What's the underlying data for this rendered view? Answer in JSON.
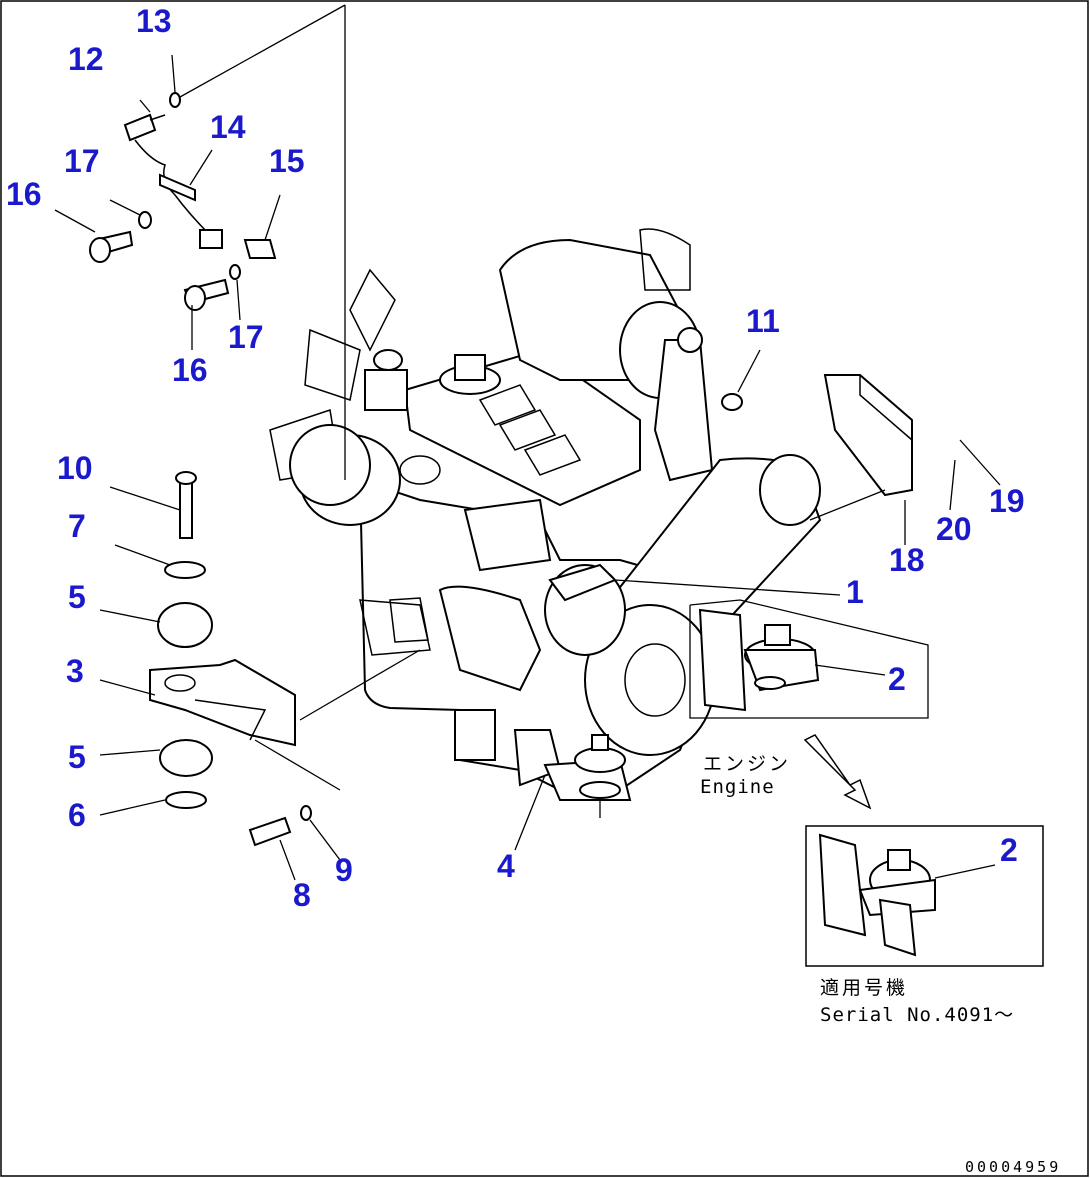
{
  "callouts": [
    "1",
    "2",
    "3",
    "4",
    "5",
    "5",
    "6",
    "7",
    "8",
    "9",
    "10",
    "11",
    "12",
    "13",
    "14",
    "15",
    "16",
    "16",
    "17",
    "17",
    "18",
    "19",
    "20",
    "2"
  ],
  "engine_label": {
    "jp": "エンジン",
    "en": "Engine"
  },
  "inset": {
    "jp": "適用号機",
    "serial": "Serial No.4091～"
  },
  "drawing_code": "00004959",
  "colors": {
    "callout": "#1a1acc",
    "line": "#000000"
  }
}
